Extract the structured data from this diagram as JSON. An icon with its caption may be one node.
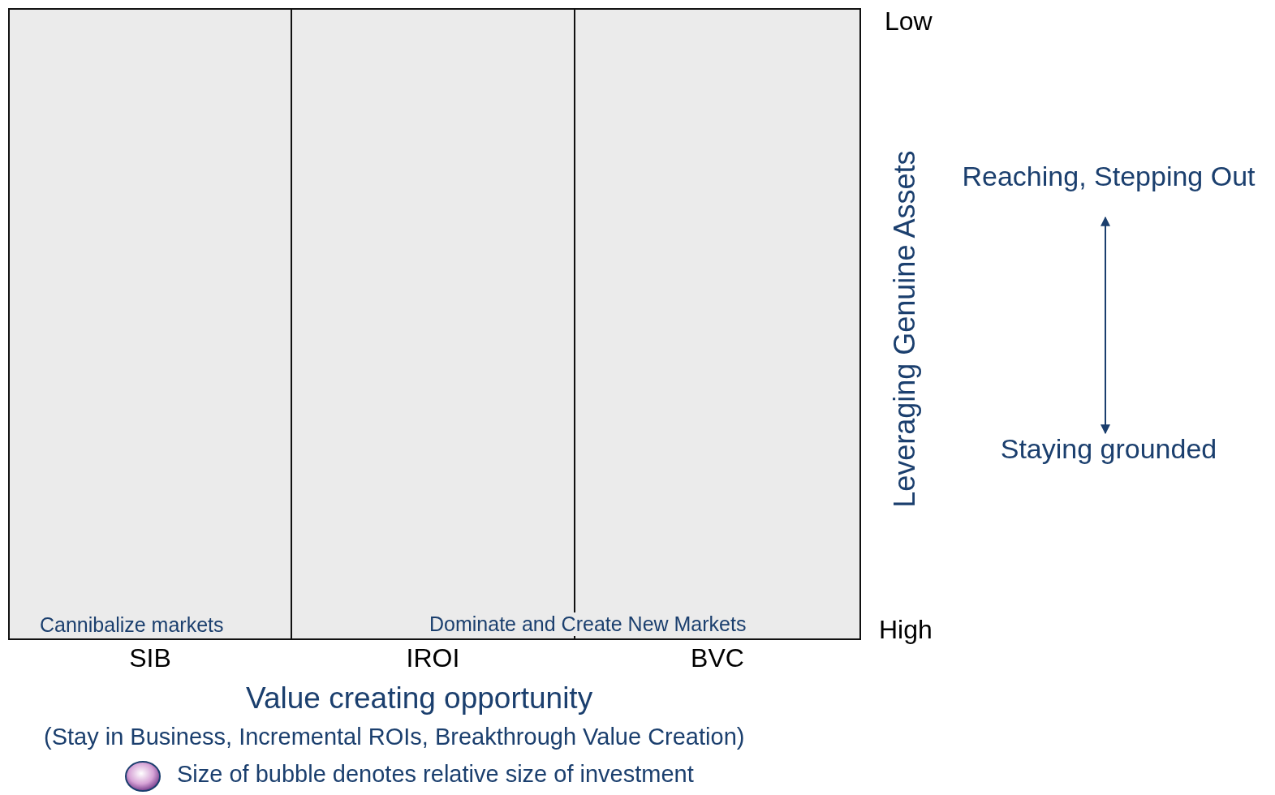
{
  "diagram": {
    "nodes": [
      {
        "text": [
          "Cannibalize markets"
        ],
        "beside": [
          "SIB"
        ]
      },
      {
        "text": [],
        "shape": "box",
        "beside": [
          "IROI"
        ]
      },
      {
        "text": [],
        "shape": "box",
        "beside": [
          "BVC"
        ]
      },
      {
        "text": [
          "Reaching, Stepping Out"
        ]
      },
      {
        "text": [
          "Staying grounded"
        ]
      }
    ],
    "edges": [
      {
        "from": 3,
        "to": 4,
        "arrow": "both"
      }
    ],
    "labels": [
      "Low",
      "Leveraging Genuine Assets",
      "Dominate and Create New Markets",
      "High",
      "Value creating opportunity",
      "(Stay in Business, Incremental ROIs, Breakthrough Value Creation)"
    ],
    "legend": [
      {
        "text": "Size of bubble denotes relative size of investment"
      }
    ]
  }
}
